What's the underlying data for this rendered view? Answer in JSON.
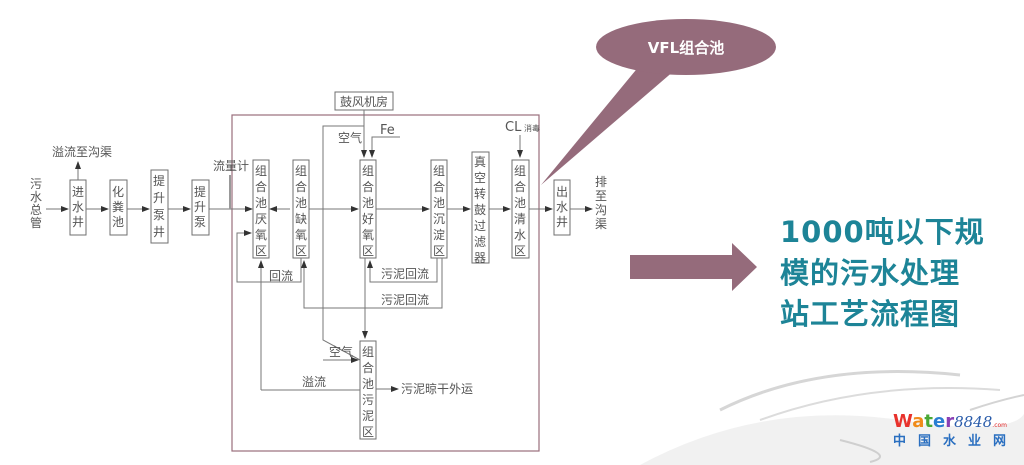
{
  "title": {
    "lines": [
      "1000吨以下规",
      "模的污水处理",
      "站工艺流程图"
    ],
    "color": "#1d8497"
  },
  "callout": {
    "label": "VFL组合池",
    "color": "#956b7b"
  },
  "arrow": {
    "color": "#956b7b"
  },
  "logo": {
    "word_letters": [
      "W",
      "a",
      "t",
      "e",
      "r"
    ],
    "word_colors": [
      "#e8322c",
      "#f08b1a",
      "#4aa835",
      "#2a7ed2",
      "#8a3fb5"
    ],
    "number": "8848",
    "suffix": ".com",
    "chinese": "中国水业网"
  },
  "diagram": {
    "inlet": "污水总管",
    "outlet": "排至沟渠",
    "overflow_top": "溢流至沟渠",
    "flowmeter": "流量计",
    "blower": "鼓风机房",
    "air_top": "空气",
    "fe": "Fe",
    "cl": "CL",
    "cl_note": "消毒",
    "return_flow": "回流",
    "sludge_return_1": "污泥回流",
    "sludge_return_2": "污泥回流",
    "air_bottom": "空气",
    "overflow_bottom": "溢流",
    "sludge_out": "污泥晾干外运",
    "boxes": {
      "inlet_well": "进水井",
      "septic_tank": "化粪池",
      "lift_pump_well": "提升泵井",
      "lift_pump": "提升泵",
      "anaerobic": "组合池厌氧区",
      "anoxic": "组合池缺氧区",
      "aerobic": "组合池好氧区",
      "sedimentation": "组合池沉淀区",
      "vacuum_filter": "真空转鼓过滤器",
      "clear_water": "组合池清水区",
      "outlet_well": "出水井",
      "sludge_zone": "组合池污泥区"
    }
  }
}
